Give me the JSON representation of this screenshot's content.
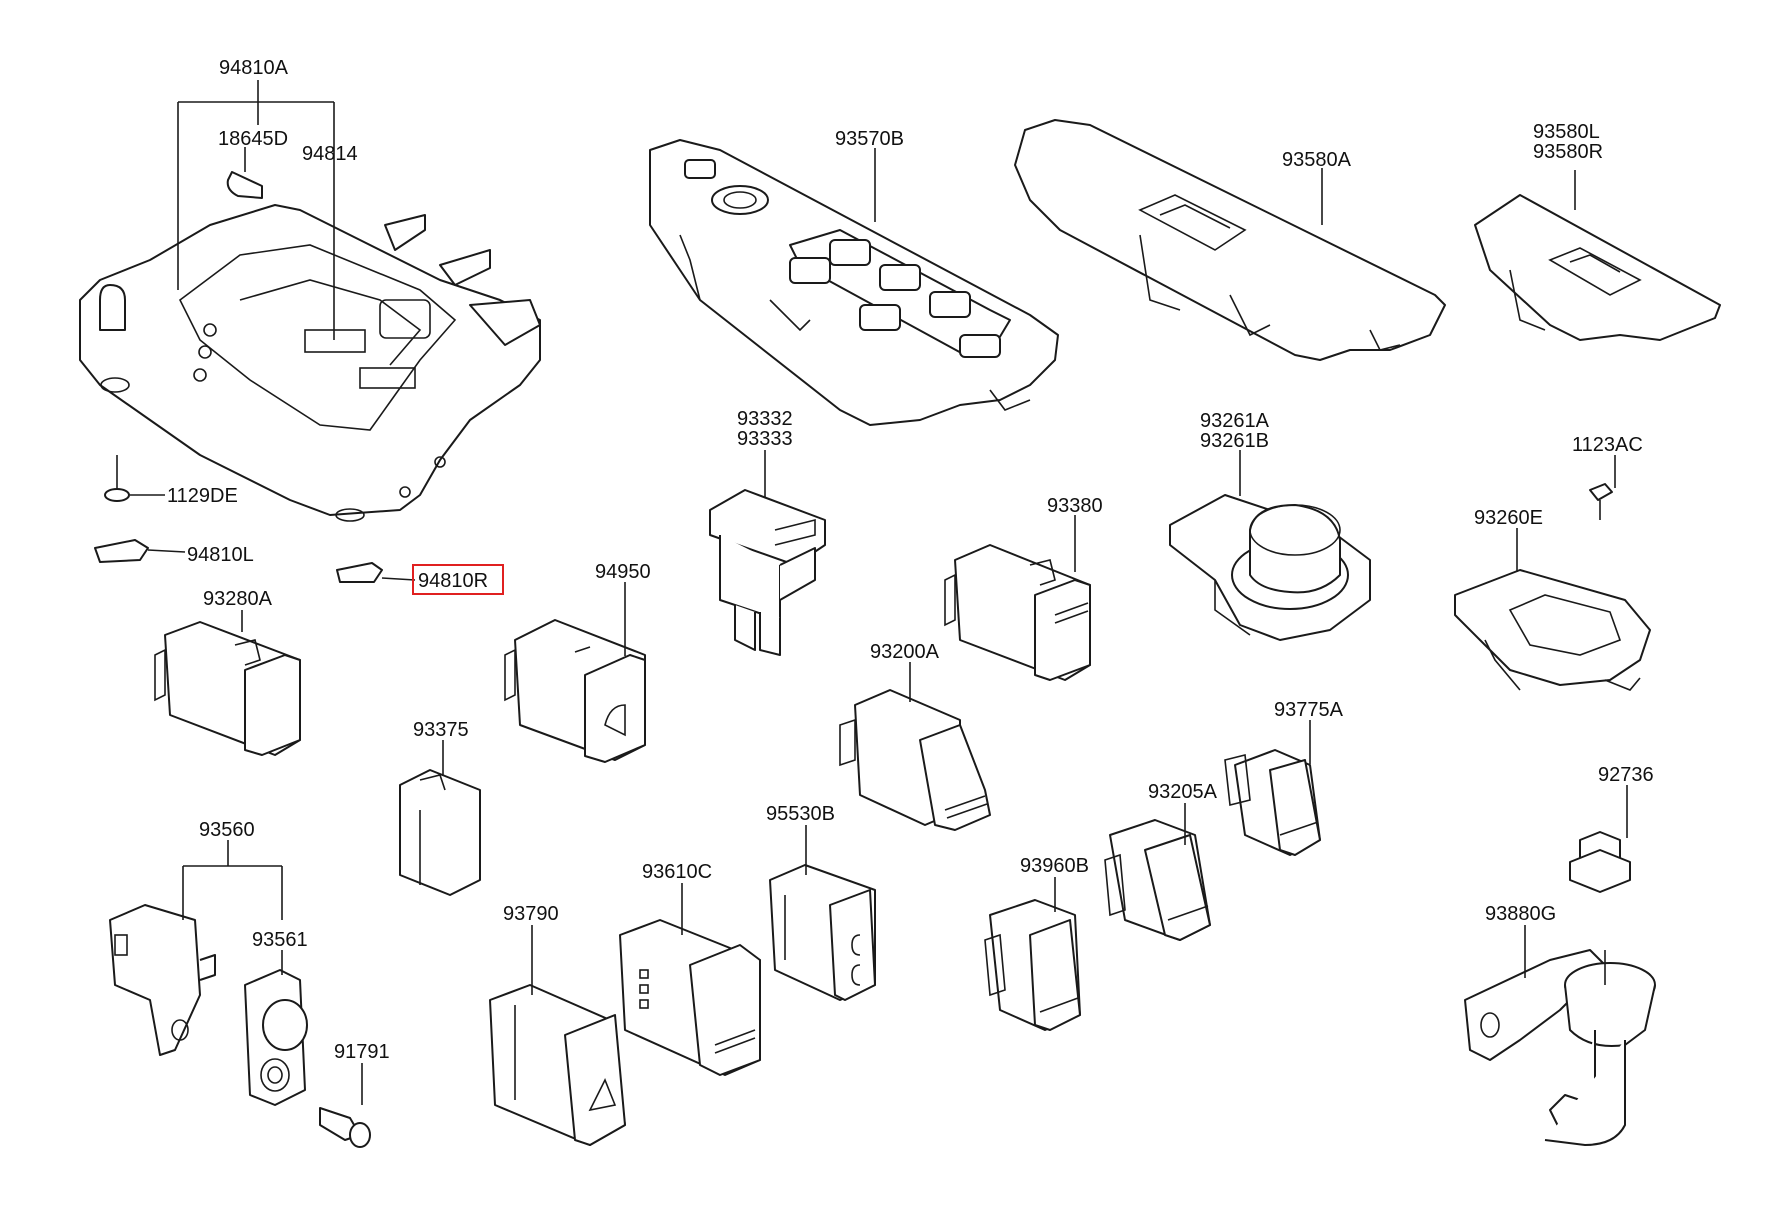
{
  "labels": {
    "p94810A": "94810A",
    "p18645D": "18645D",
    "p94814": "94814",
    "p1129DE": "1129DE",
    "p94810L": "94810L",
    "p94810R": "94810R",
    "p93570B": "93570B",
    "p93580A": "93580A",
    "p93580L": "93580L",
    "p93580R": "93580R",
    "p93332": "93332",
    "p93333": "93333",
    "p93380": "93380",
    "p93261A": "93261A",
    "p93261B": "93261B",
    "p1123AC": "1123AC",
    "p93260E": "93260E",
    "p93280A": "93280A",
    "p94950": "94950",
    "p93200A": "93200A",
    "p93375": "93375",
    "p93775A": "93775A",
    "p92736": "92736",
    "p95530B": "95530B",
    "p93205A": "93205A",
    "p93560": "93560",
    "p93610C": "93610C",
    "p93960B": "93960B",
    "p93561": "93561",
    "p93790": "93790",
    "p93880G": "93880G",
    "p91791": "91791"
  },
  "highlight": {
    "part": "94810R",
    "color": "#e02020"
  }
}
